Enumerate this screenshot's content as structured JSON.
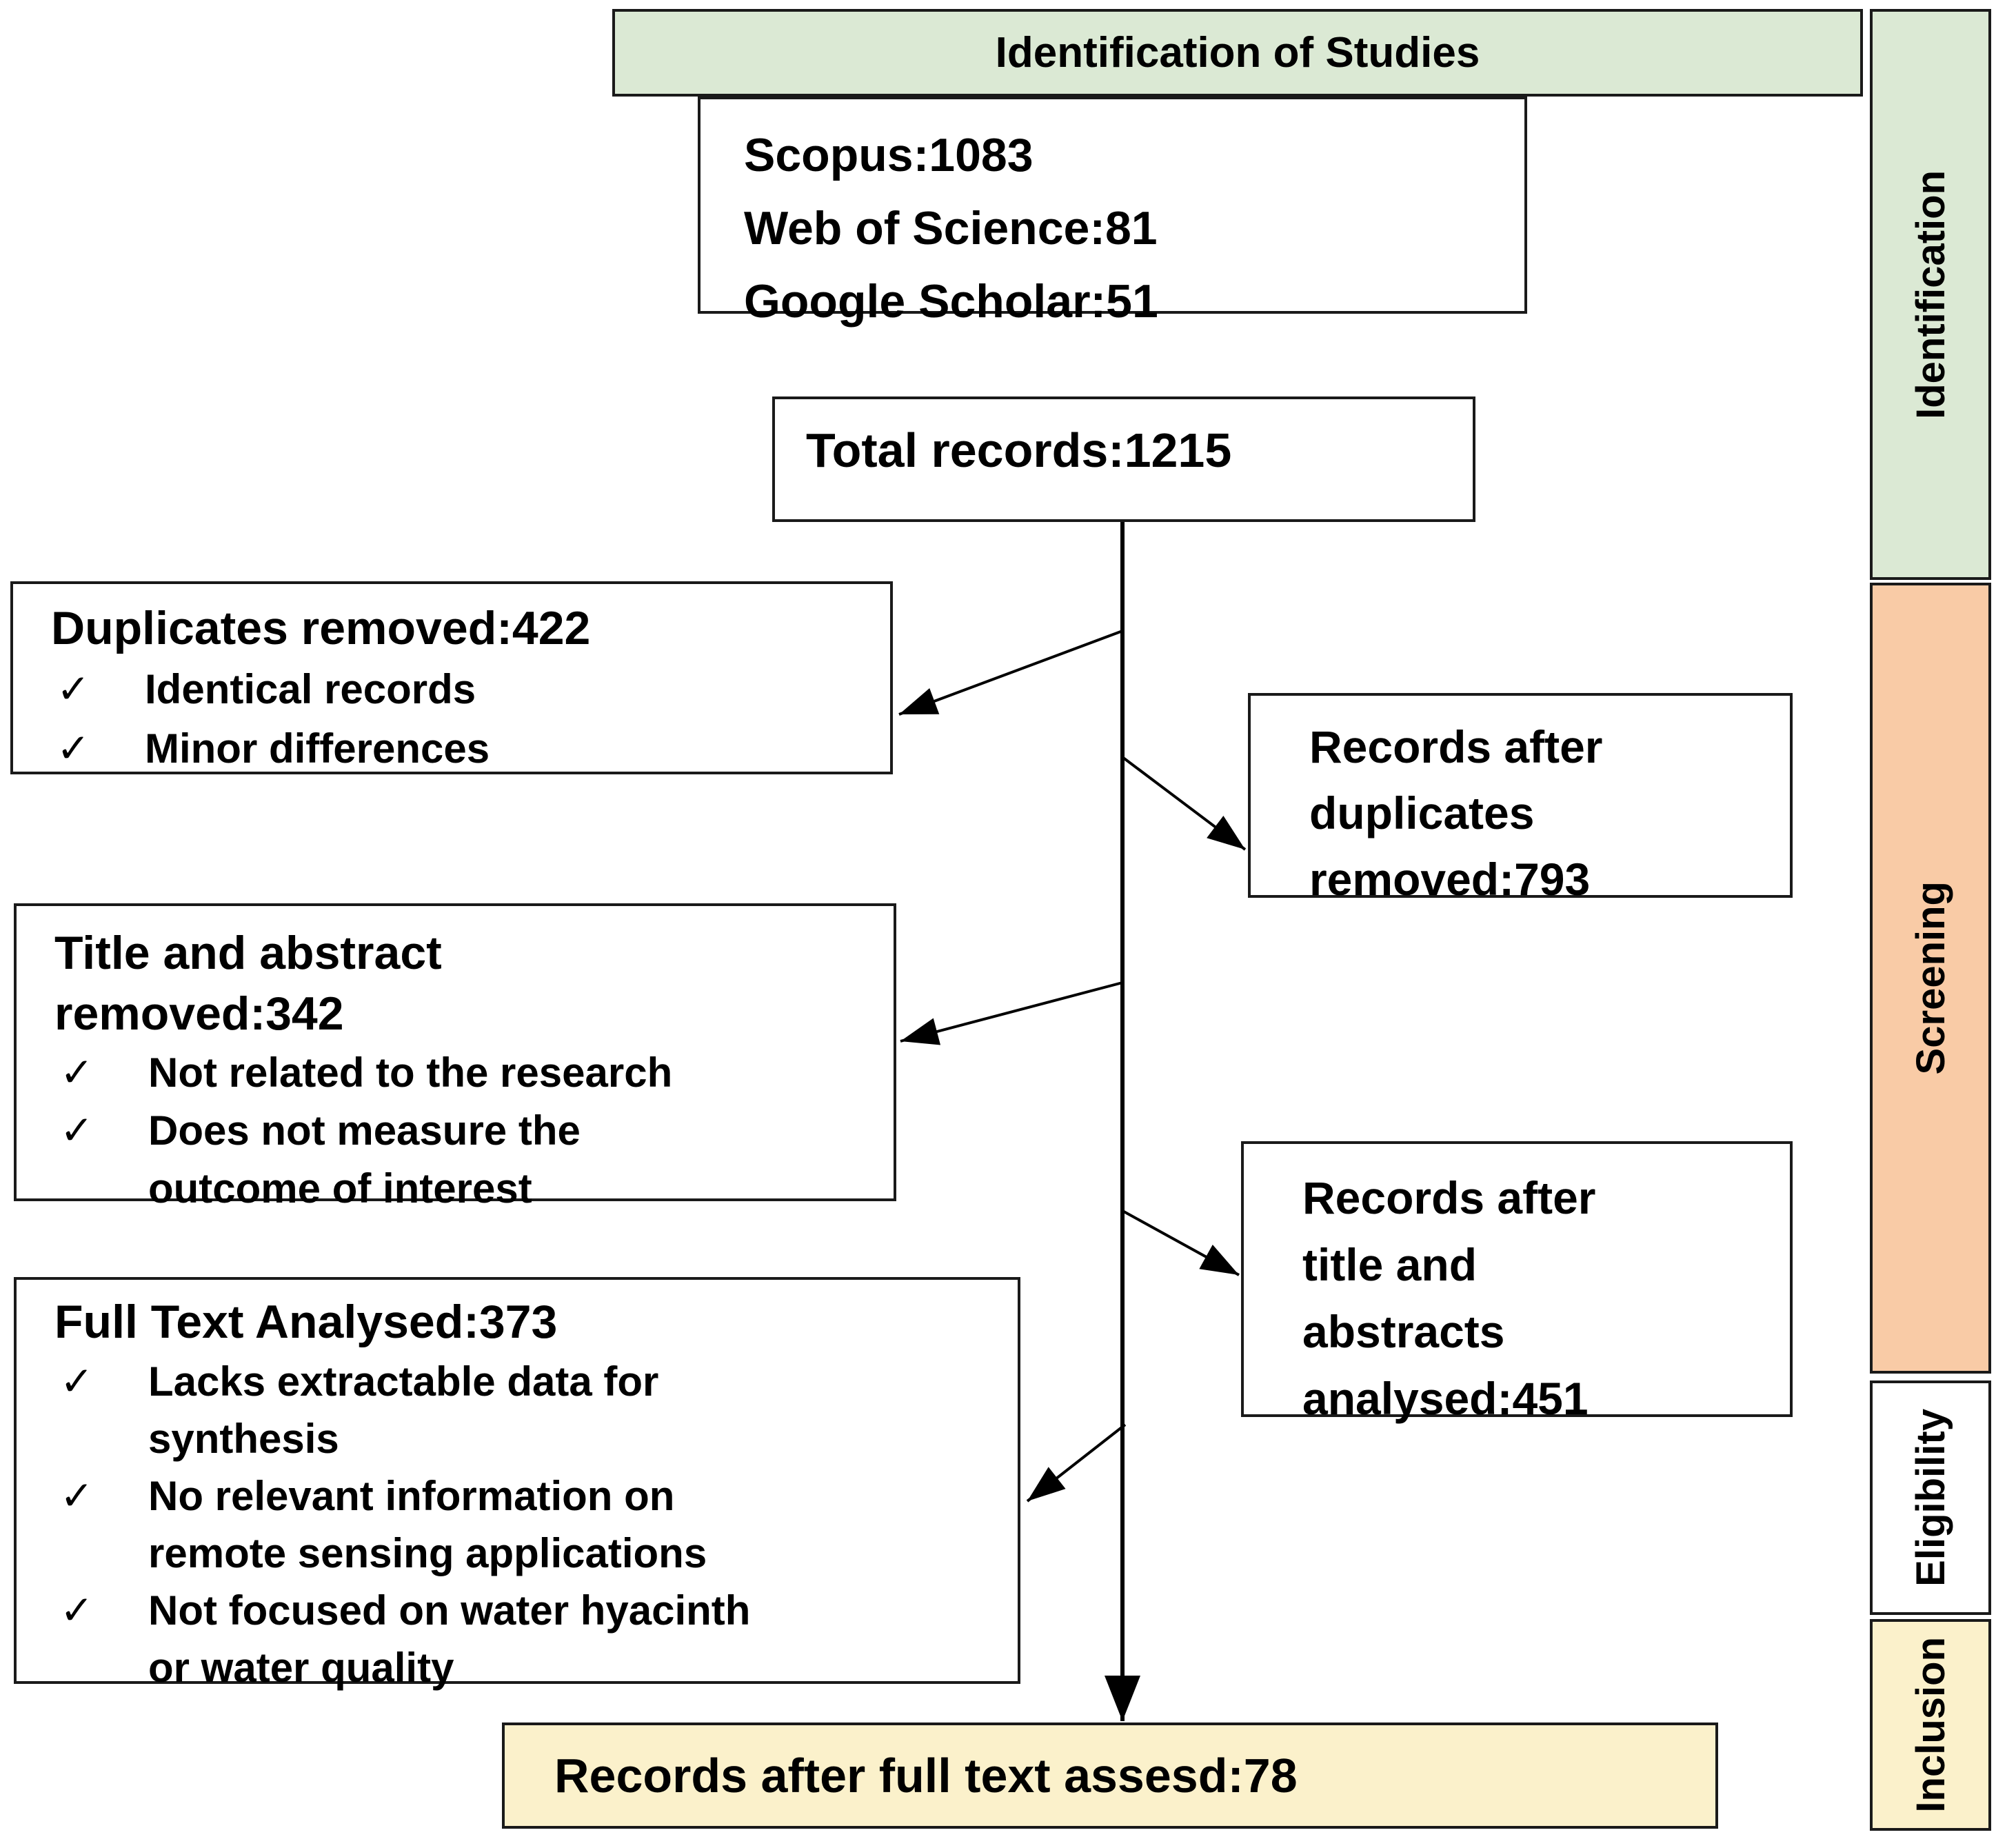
{
  "diagram_title": "Identification of Studies",
  "check_glyph": "✓",
  "colors": {
    "stage_green": "#dbe9d4",
    "stage_orange": "#f9cba6",
    "stage_cream": "#fbf1cb",
    "box_background": "#ffffff",
    "border": "#1a1a1a",
    "text": "#000000"
  },
  "boxes": {
    "sources": {
      "lines": [
        "Scopus:1083",
        "Web of Science:81",
        "Google Scholar:51"
      ]
    },
    "total": {
      "label": "Total records:1215"
    },
    "duplicates_removed": {
      "title": "Duplicates removed:422",
      "items": [
        {
          "lines": [
            "Identical records"
          ]
        },
        {
          "lines": [
            "Minor differences"
          ]
        }
      ]
    },
    "after_duplicates": {
      "lines": [
        "Records after",
        "duplicates",
        "removed:793"
      ]
    },
    "title_abstract_removed": {
      "title_lines": [
        "Title and abstract",
        "removed:342"
      ],
      "items": [
        {
          "lines": [
            "Not related to the research"
          ]
        },
        {
          "lines": [
            "Does not measure the",
            "outcome of interest"
          ]
        }
      ]
    },
    "after_title_abstract": {
      "lines": [
        "Records after",
        "title and",
        "abstracts",
        "analysed:451"
      ]
    },
    "full_text": {
      "title": "Full Text Analysed:373",
      "items": [
        {
          "lines": [
            "Lacks extractable data for",
            "synthesis"
          ]
        },
        {
          "lines": [
            "No relevant information on",
            "remote sensing applications"
          ]
        },
        {
          "lines": [
            "Not focused on water hyacinth",
            "or water quality"
          ]
        }
      ]
    },
    "final": {
      "label": "Records after full text assesd:78"
    }
  },
  "sidebar": {
    "stages": [
      {
        "label": "Identification"
      },
      {
        "label": "Screening"
      },
      {
        "label": "Eligibility"
      },
      {
        "label": "Inclusion"
      }
    ]
  }
}
